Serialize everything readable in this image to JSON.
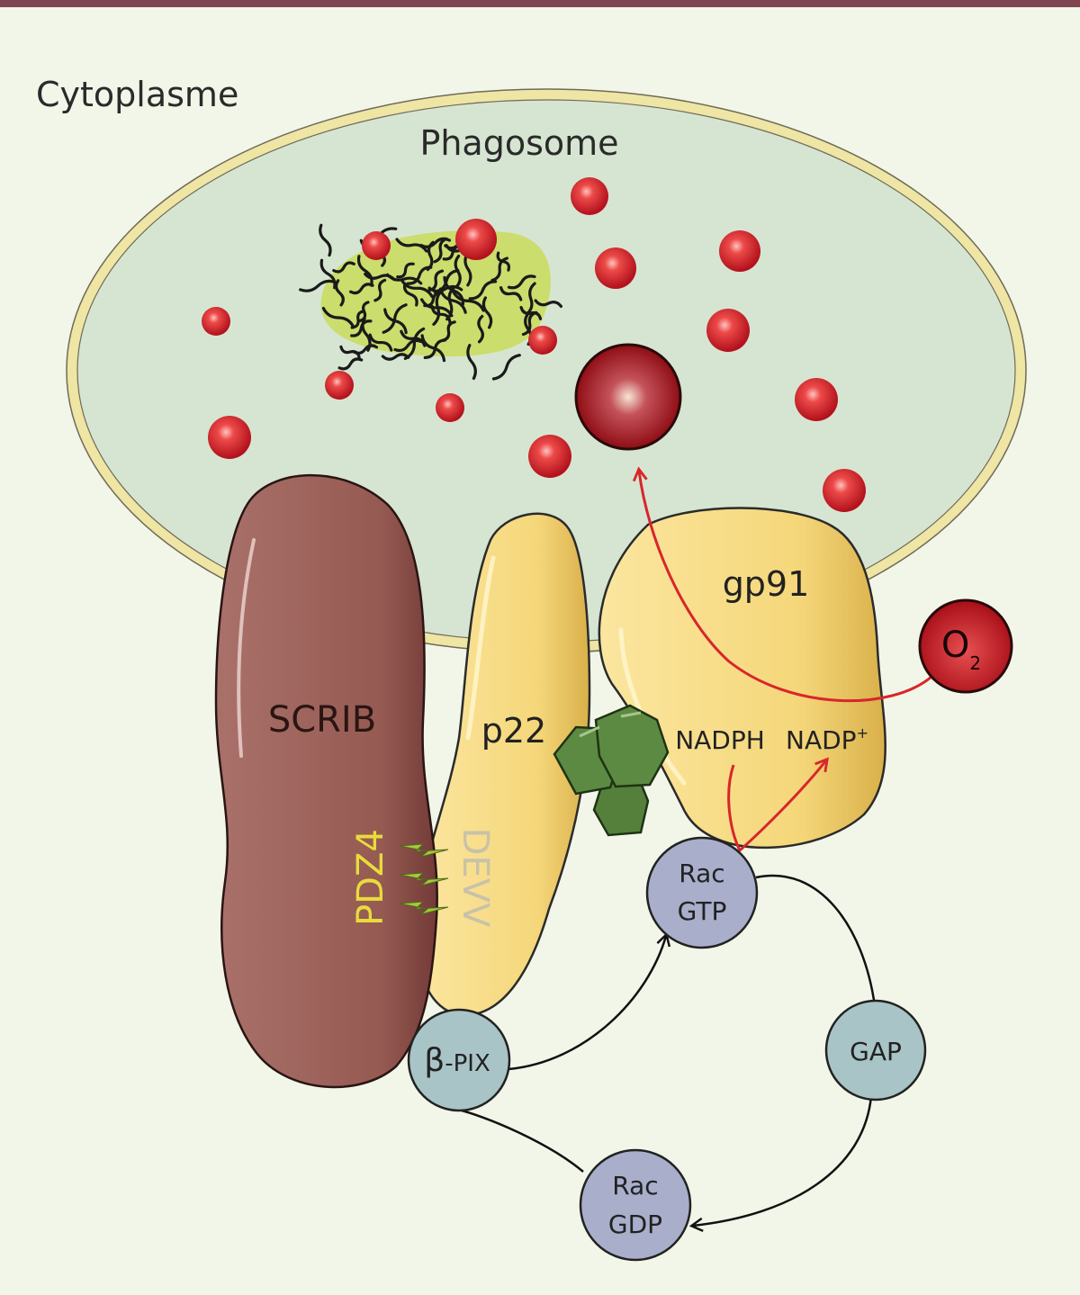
{
  "labels": {
    "cytoplasm": "Cytoplasme",
    "phagosome": "Phagosome",
    "scrib": "SCRIB",
    "p22": "p22",
    "gp91": "gp91",
    "o2_main": "O",
    "o2_sub": "2",
    "nadph": "NADPH",
    "nadp_main": "NADP",
    "nadp_sup": "+",
    "pdz4": "PDZ4",
    "devv": "DEVV",
    "bpix_beta": "β",
    "bpix_rest": "-PIX",
    "rac_gtp_line1": "Rac",
    "rac_gtp_line2": "GTP",
    "rac_gdp_line1": "Rac",
    "rac_gdp_line2": "GDP",
    "gap": "GAP"
  },
  "colors": {
    "background": "#f2f6e9",
    "top_bar": "#7f4550",
    "phagosome_fill": "#d6e5d2",
    "phagosome_border": "#efe5a4",
    "scrib": "#955a52",
    "p22_gp91": "#f5d77a",
    "ros_red": "#d9282f",
    "green_subunit": "#5c8a42",
    "rac": "#a9aecb",
    "bpix_gap": "#a9c4c6",
    "arrow_red": "#d8262b",
    "pdz4_text": "#e8dc3c",
    "devv_text": "#c8c2a8"
  }
}
